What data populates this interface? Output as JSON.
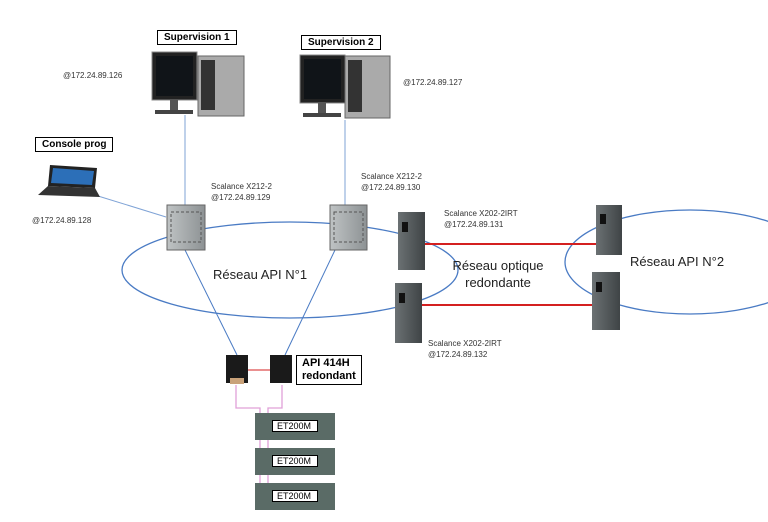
{
  "colors": {
    "ethernet": "#4a7bc4",
    "optical": "#d42020",
    "profibus": "#e0a0d8"
  },
  "nodes": {
    "supervision1": {
      "label": "Supervision 1",
      "ip": "@172.24.89.126",
      "icon": "desktop-computer-icon"
    },
    "supervision2": {
      "label": "Supervision 2",
      "ip": "@172.24.89.127",
      "icon": "desktop-computer-icon"
    },
    "console": {
      "label": "Console prog",
      "ip": "@172.24.89.128",
      "icon": "laptop-icon"
    },
    "switch1": {
      "name": "Scalance X212-2",
      "ip": "@172.24.89.129"
    },
    "switch2": {
      "name": "Scalance X212-2",
      "ip": "@172.24.89.130"
    },
    "switch3": {
      "name": "Scalance X202-2IRT",
      "ip": "@172.24.89.131"
    },
    "switch4": {
      "name": "Scalance X202-2IRT",
      "ip": "@172.24.89.132"
    },
    "plc": {
      "label_line1": "API 414H",
      "label_line2": "redondant"
    },
    "io": [
      {
        "label": "ET200M"
      },
      {
        "label": "ET200M"
      },
      {
        "label": "ET200M"
      }
    ]
  },
  "networks": {
    "ring1": "Réseau API N°1",
    "optical_line1": "Réseau optique",
    "optical_line2": "redondante",
    "ring2": "Réseau API N°2"
  }
}
